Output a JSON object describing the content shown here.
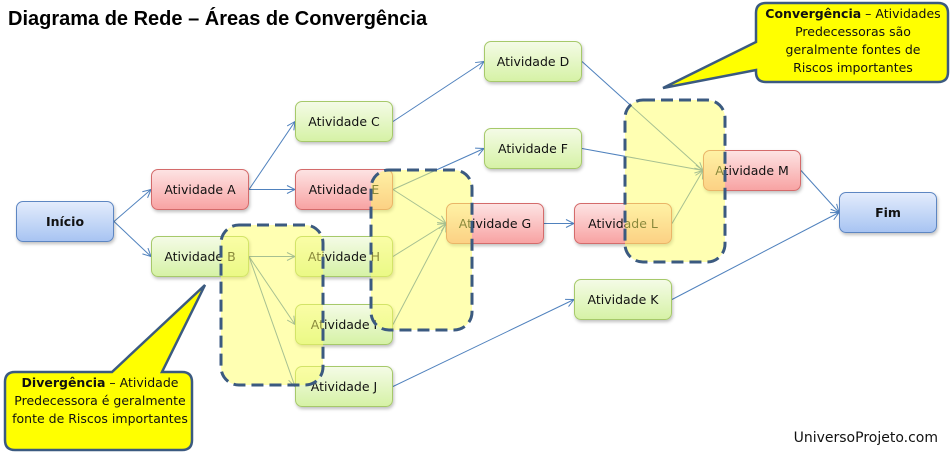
{
  "title": "Diagrama de Rede – Áreas de Convergência",
  "nodes": {
    "inicio": "Início",
    "a": "Atividade A",
    "b": "Atividade B",
    "c": "Atividade C",
    "d": "Atividade D",
    "e": "Atividade E",
    "f": "Atividade F",
    "g": "Atividade G",
    "h": "Atividade H",
    "i": "Atividade I",
    "j": "Atividade J",
    "k": "Atividade K",
    "l": "Atividade L",
    "m": "Atividade M",
    "fim": "Fim"
  },
  "edges": [
    [
      "inicio",
      "a"
    ],
    [
      "inicio",
      "b"
    ],
    [
      "a",
      "c"
    ],
    [
      "a",
      "e"
    ],
    [
      "c",
      "d"
    ],
    [
      "e",
      "f"
    ],
    [
      "e",
      "g"
    ],
    [
      "h",
      "g"
    ],
    [
      "i",
      "g"
    ],
    [
      "b",
      "h"
    ],
    [
      "b",
      "i"
    ],
    [
      "b",
      "j"
    ],
    [
      "j",
      "k"
    ],
    [
      "d",
      "m"
    ],
    [
      "f",
      "m"
    ],
    [
      "l",
      "m"
    ],
    [
      "g",
      "l"
    ],
    [
      "m",
      "fim"
    ],
    [
      "k",
      "fim"
    ]
  ],
  "callouts": {
    "divergence": {
      "bold": "Divergência",
      "text": " – Atividade Predecessora é geralmente fonte de Riscos importantes"
    },
    "convergence": {
      "bold": "Convergência",
      "text": " – Atividades Predecessoras são geralmente fontes de Riscos importantes"
    }
  },
  "brand": "UniversoProjeto.com",
  "colors": {
    "edge": "#4f81bd",
    "dash": "#3b5a80",
    "highlight": "#ffff66",
    "callout": "#ffff00"
  }
}
